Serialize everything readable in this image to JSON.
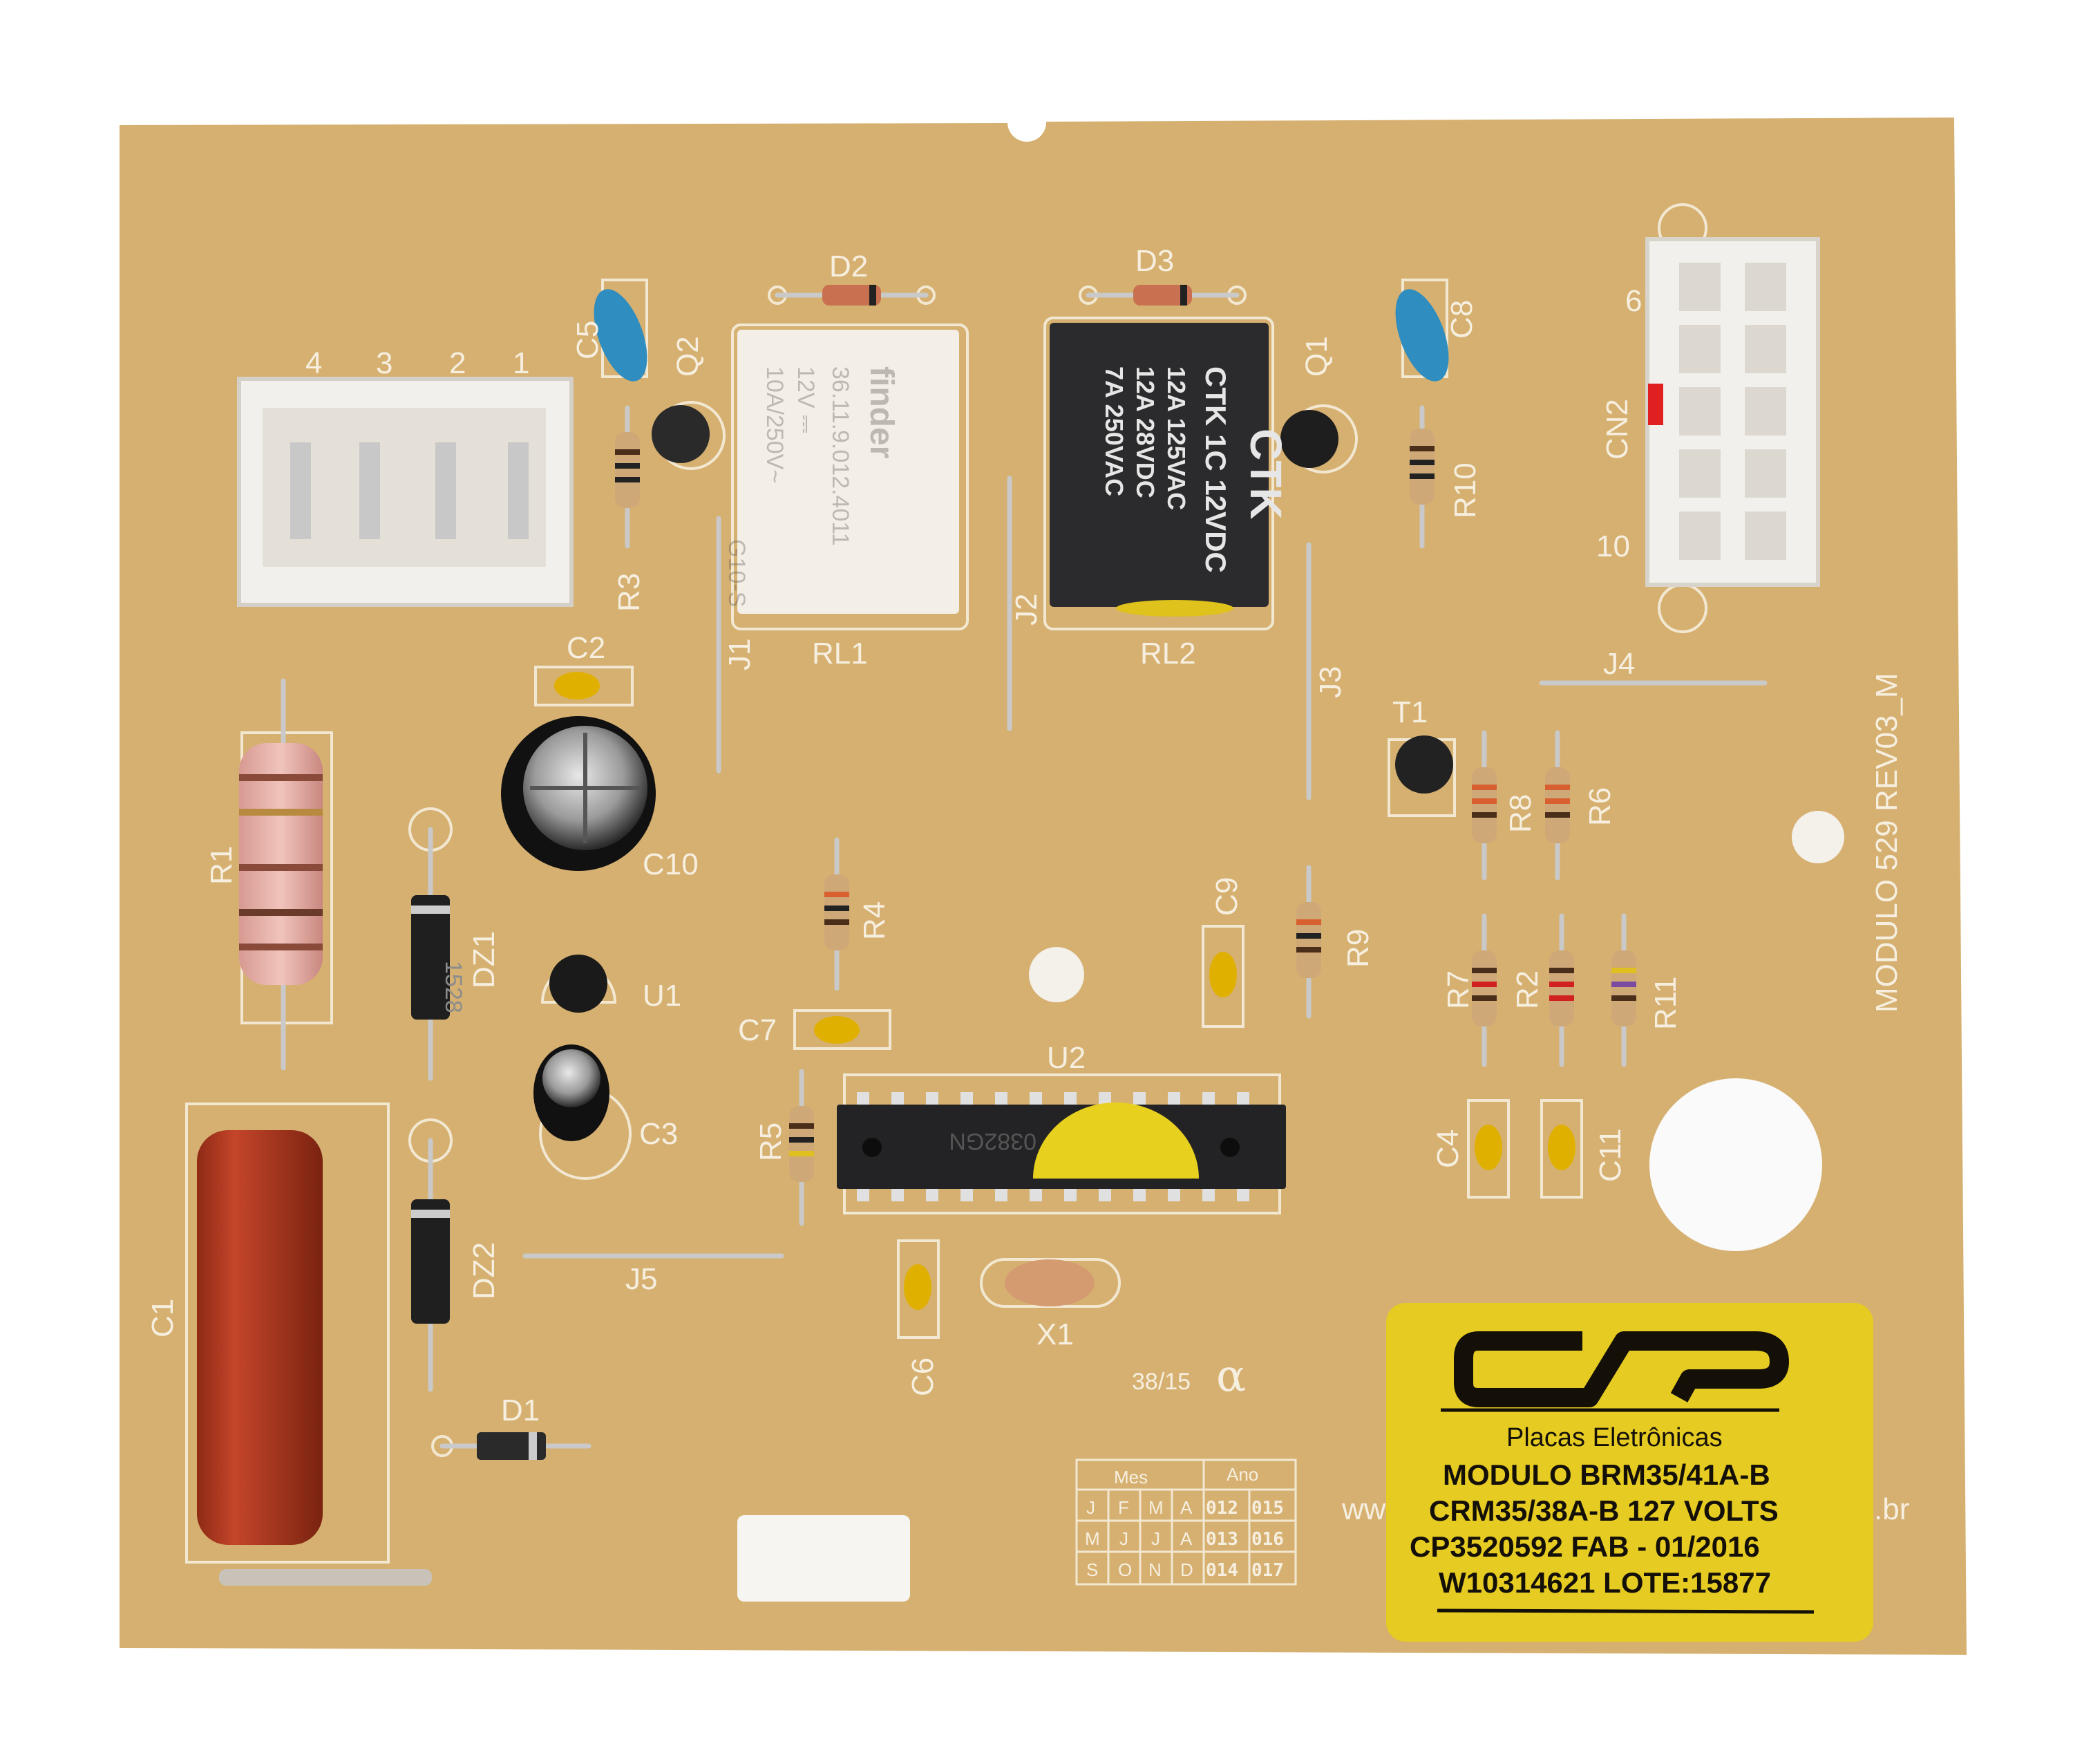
{
  "board": {
    "colors": {
      "substrate": "#d6b070",
      "silkscreen": "#f6efe0",
      "label": "#e6cc22"
    },
    "silkscreen_title": "MODULO 529 REV03_M",
    "date_code": "38/15",
    "alpha_mark": "α",
    "url_left": "ww",
    "url_right": ".br"
  },
  "designators": {
    "C1": "C1",
    "C2": "C2",
    "C3": "C3",
    "C4": "C4",
    "C5": "C5",
    "C6": "C6",
    "C7": "C7",
    "C8": "C8",
    "C9": "C9",
    "C10": "C10",
    "C11": "C11",
    "D1": "D1",
    "D2": "D2",
    "D3": "D3",
    "DZ1": "DZ1",
    "DZ2": "DZ2",
    "J1": "J1",
    "J2": "J2",
    "J3": "J3",
    "J4": "J4",
    "J5": "J5",
    "Q1": "Q1",
    "Q2": "Q2",
    "T1": "T1",
    "U1": "U1",
    "U2": "U2",
    "X1": "X1",
    "R1": "R1",
    "R2": "R2",
    "R3": "R3",
    "R4": "R4",
    "R5": "R5",
    "R6": "R6",
    "R7": "R7",
    "R8": "R8",
    "R9": "R9",
    "R10": "R10",
    "R11": "R11",
    "RL1": "RL1",
    "RL2": "RL2",
    "CN2": "CN2"
  },
  "connector_pins": {
    "p4": "4",
    "p3": "3",
    "p2": "2",
    "p1": "1",
    "cn2_6": "6",
    "cn2_10": "10"
  },
  "relay1": {
    "brand": "finder",
    "part": "36.11.9.012.4011",
    "coil": "12V ⎓",
    "rating": "10A/250V~",
    "code": "G10-S"
  },
  "relay2": {
    "brand": "CTK",
    "line1": "CTK 1C 12VDC",
    "line2": "12A 125VAC",
    "line3": "12A 28VDC",
    "line4": "7A 250VAC"
  },
  "ic_marking": "0382GN",
  "zener_marking": "1528",
  "date_table": {
    "month_header": "Mes",
    "year_header": "Ano",
    "rows": [
      [
        "J",
        "F",
        "M",
        "A",
        "012",
        "015"
      ],
      [
        "M",
        "J",
        "J",
        "A",
        "013",
        "016"
      ],
      [
        "S",
        "O",
        "N",
        "D",
        "014",
        "017"
      ]
    ]
  },
  "product_label": {
    "logo": "CP",
    "company": "Placas Eletrônicas",
    "line1": "MODULO BRM35/41A-B",
    "line2": "CRM35/38A-B 127 VOLTS",
    "line3": "CP3520592  FAB - 01/2016",
    "line4": "W10314621 LOTE:15877"
  }
}
